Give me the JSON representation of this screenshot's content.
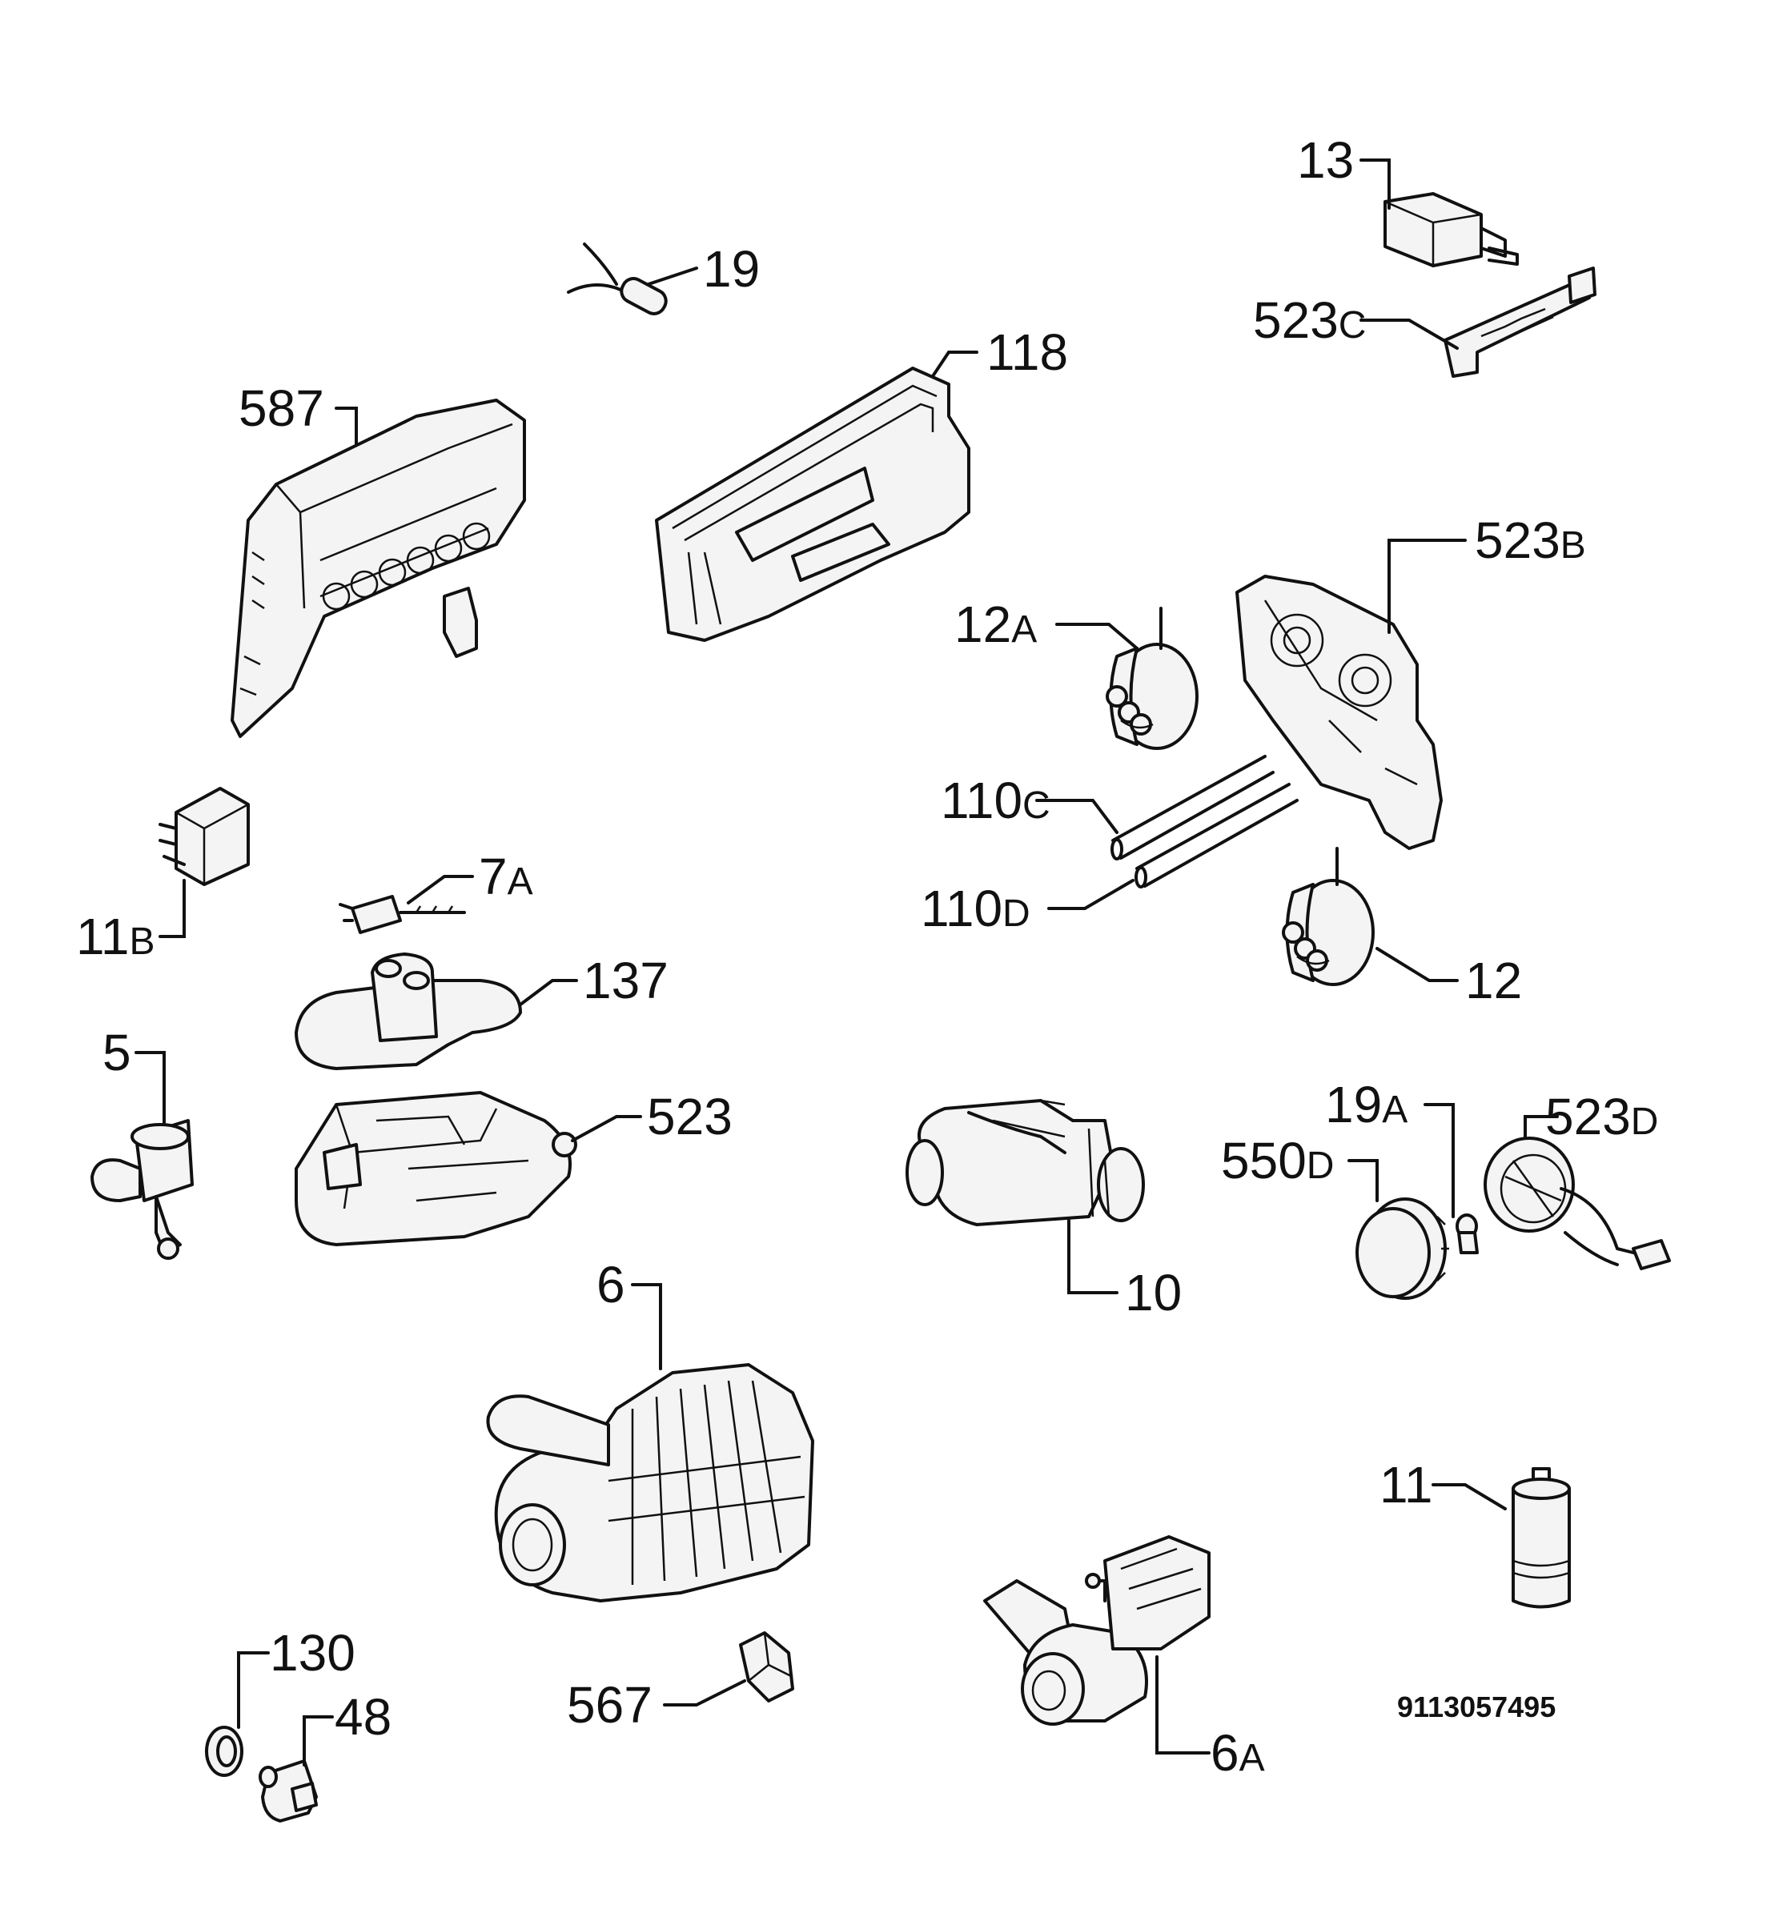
{
  "diagram": {
    "document_number": "9113057495",
    "callouts": [
      {
        "id": "13",
        "num": "13",
        "suffix": ""
      },
      {
        "id": "19",
        "num": "19",
        "suffix": ""
      },
      {
        "id": "523C",
        "num": "523",
        "suffix": "C"
      },
      {
        "id": "118",
        "num": "118",
        "suffix": ""
      },
      {
        "id": "587",
        "num": "587",
        "suffix": ""
      },
      {
        "id": "523B",
        "num": "523",
        "suffix": "B"
      },
      {
        "id": "12A",
        "num": "12",
        "suffix": "A"
      },
      {
        "id": "110C",
        "num": "110",
        "suffix": "C"
      },
      {
        "id": "110D",
        "num": "110",
        "suffix": "D"
      },
      {
        "id": "12",
        "num": "12",
        "suffix": ""
      },
      {
        "id": "11B",
        "num": "11",
        "suffix": "B"
      },
      {
        "id": "7A",
        "num": "7",
        "suffix": "A"
      },
      {
        "id": "137",
        "num": "137",
        "suffix": ""
      },
      {
        "id": "5",
        "num": "5",
        "suffix": ""
      },
      {
        "id": "523",
        "num": "523",
        "suffix": ""
      },
      {
        "id": "10",
        "num": "10",
        "suffix": ""
      },
      {
        "id": "19A",
        "num": "19",
        "suffix": "A"
      },
      {
        "id": "523D",
        "num": "523",
        "suffix": "D"
      },
      {
        "id": "550D",
        "num": "550",
        "suffix": "D"
      },
      {
        "id": "6",
        "num": "6",
        "suffix": ""
      },
      {
        "id": "11",
        "num": "11",
        "suffix": ""
      },
      {
        "id": "130",
        "num": "130",
        "suffix": ""
      },
      {
        "id": "48",
        "num": "48",
        "suffix": ""
      },
      {
        "id": "567",
        "num": "567",
        "suffix": ""
      },
      {
        "id": "6A",
        "num": "6",
        "suffix": "A"
      }
    ]
  }
}
